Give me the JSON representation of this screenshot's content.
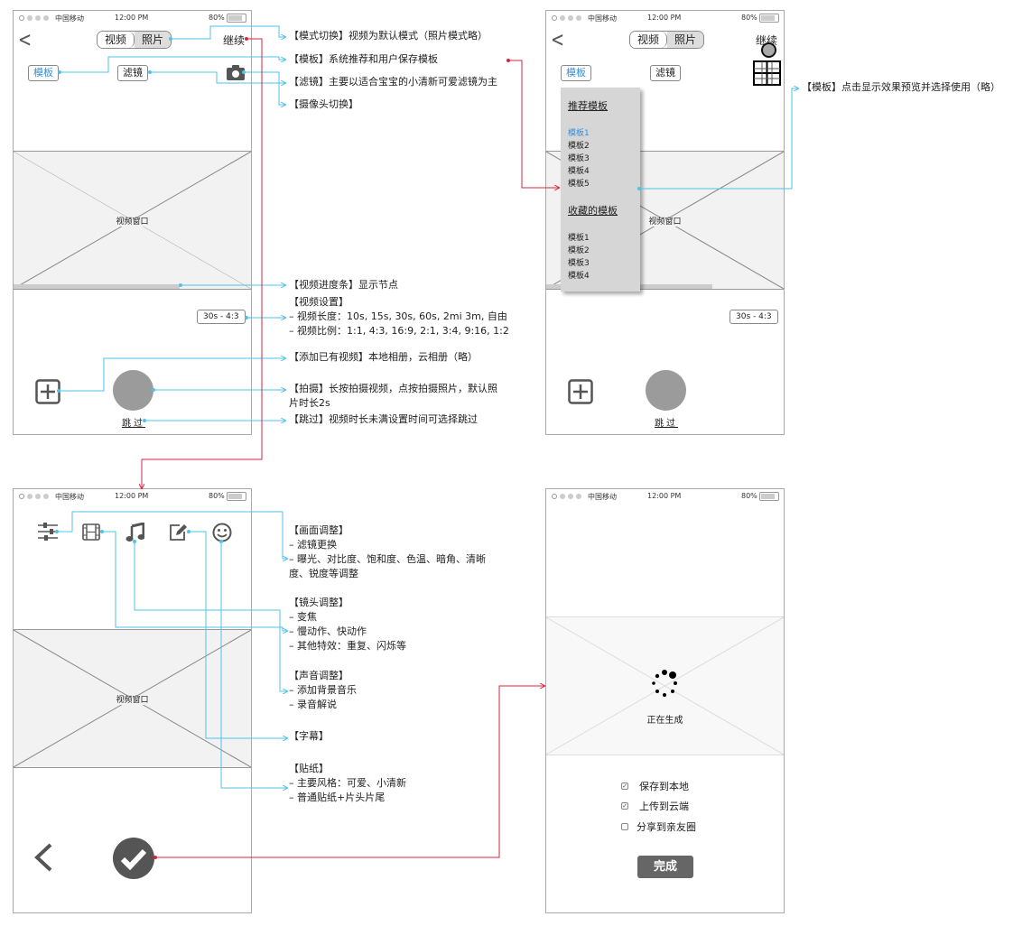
{
  "status_bar": {
    "carrier": "中国移动",
    "time": "12:00 PM",
    "battery": "80%"
  },
  "colors": {
    "annotation_line": "#4fc3e8",
    "flow_line": "#d9263c",
    "accent": "#3a8fd6"
  },
  "screen_capture": {
    "mode_video": "视频",
    "mode_photo": "照片",
    "continue": "继续",
    "template_btn": "模板",
    "filter_btn": "滤镜",
    "video_window": "视频窗口",
    "progress_percent": 70,
    "settings_chip": "30s  -  4:3",
    "skip": "跳过",
    "icons": [
      "back-icon",
      "camera-switch-icon",
      "add-icon",
      "shutter-button"
    ]
  },
  "screen_template_menu": {
    "recommended_header": "推荐模板",
    "recommended": [
      "模板1",
      "模板2",
      "模板3",
      "模板4",
      "模板5"
    ],
    "saved_header": "收藏的模板",
    "saved": [
      "模板1",
      "模板2",
      "模板3",
      "模板4"
    ]
  },
  "screen_edit": {
    "video_window": "视频窗口",
    "icons": [
      "sliders-icon",
      "film-icon",
      "music-icon",
      "edit-icon",
      "smiley-icon",
      "back-icon",
      "check-icon"
    ]
  },
  "screen_generate": {
    "generating": "正在生成",
    "options": [
      {
        "label": "保存到本地",
        "checked": true
      },
      {
        "label": "上传到云端",
        "checked": true
      },
      {
        "label": "分享到亲友圈",
        "checked": false
      }
    ],
    "done": "完成"
  },
  "annotations": {
    "mode": "【模式切换】视频为默认模式（照片模式略）",
    "template": "【模板】系统推荐和用户保存模板",
    "filter": "【滤镜】主要以适合宝宝的小清新可爱滤镜为主",
    "camera": "【摄像头切换】",
    "template_preview": "【模板】点击显示效果预览并选择使用（略）",
    "progress": "【视频进度条】显示节点",
    "settings": [
      "【视频设置】",
      "– 视频长度：10s, 15s, 30s, 60s, 2mi 3m, 自由",
      "– 视频比例：1:1, 4:3, 16:9, 2:1, 3:4, 9:16, 1:2"
    ],
    "add": "【添加已有视频】本地相册，云相册（略）",
    "capture": [
      "【拍摄】长按拍摄视频，点按拍摄照片，默认照",
      "片时长2s"
    ],
    "skip": "【跳过】视频时长未满设置时间可选择跳过",
    "picture": [
      "【画面调整】",
      "– 滤镜更换",
      "– 曝光、对比度、饱和度、色温、暗角、清晰",
      "度、锐度等调整"
    ],
    "lens": [
      "【镜头调整】",
      "– 变焦",
      "– 慢动作、快动作",
      "– 其他特效：重复、闪烁等"
    ],
    "sound": [
      "【声音调整】",
      "– 添加背景音乐",
      "– 录音解说"
    ],
    "subtitle": "【字幕】",
    "sticker": [
      "【贴纸】",
      "– 主要风格：可爱、小清新",
      "– 普通贴纸+片头片尾"
    ]
  }
}
